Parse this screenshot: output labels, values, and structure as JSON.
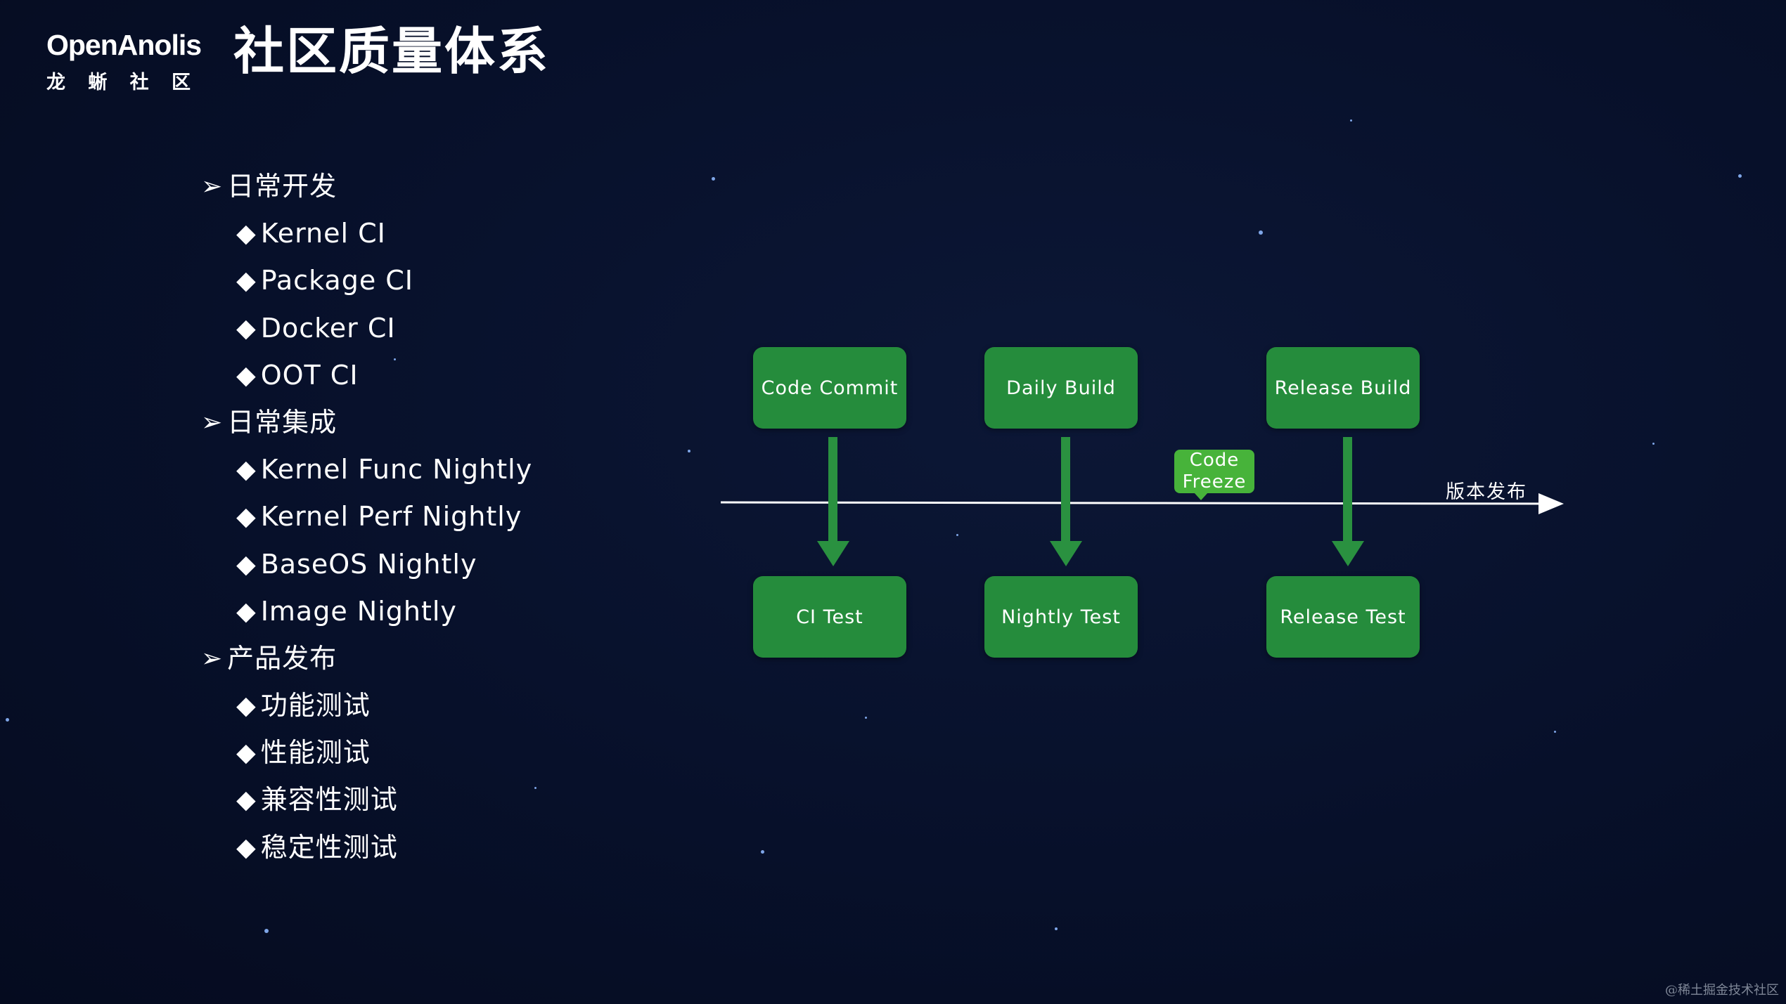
{
  "brand": {
    "wordmark": "OpenAnolis",
    "subtitle_chars": [
      "龙",
      "蜥",
      "社",
      "区"
    ]
  },
  "title": "社区质量体系",
  "outline": [
    {
      "level": 1,
      "marker": "➢",
      "text": "日常开发"
    },
    {
      "level": 2,
      "marker": "◆",
      "text": "Kernel CI"
    },
    {
      "level": 2,
      "marker": "◆",
      "text": "Package CI"
    },
    {
      "level": 2,
      "marker": "◆",
      "text": "Docker CI"
    },
    {
      "level": 2,
      "marker": "◆",
      "text": "OOT CI"
    },
    {
      "level": 1,
      "marker": "➢",
      "text": "日常集成"
    },
    {
      "level": 2,
      "marker": "◆",
      "text": "Kernel Func Nightly"
    },
    {
      "level": 2,
      "marker": "◆",
      "text": "Kernel Perf Nightly"
    },
    {
      "level": 2,
      "marker": "◆",
      "text": "BaseOS Nightly"
    },
    {
      "level": 2,
      "marker": "◆",
      "text": "Image Nightly"
    },
    {
      "level": 1,
      "marker": "➢",
      "text": "产品发布"
    },
    {
      "level": 2,
      "marker": "◆",
      "text": "功能测试"
    },
    {
      "level": 2,
      "marker": "◆",
      "text": "性能测试"
    },
    {
      "level": 2,
      "marker": "◆",
      "text": "兼容性测试"
    },
    {
      "level": 2,
      "marker": "◆",
      "text": "稳定性测试"
    }
  ],
  "flow": {
    "stages": [
      {
        "top": "Code Commit",
        "bottom": "CI Test"
      },
      {
        "top": "Daily Build",
        "bottom": "Nightly Test"
      },
      {
        "top": "Release Build",
        "bottom": "Release Test"
      }
    ],
    "milestone": {
      "line1": "Code",
      "line2": "Freeze"
    },
    "timeline_label": "版本发布"
  },
  "colors": {
    "background": "#060e26",
    "box_green": "#258c3c",
    "milestone_green": "#47b33a",
    "arrow_green": "#2a9140"
  },
  "watermark": "@稀土掘金技术社区"
}
